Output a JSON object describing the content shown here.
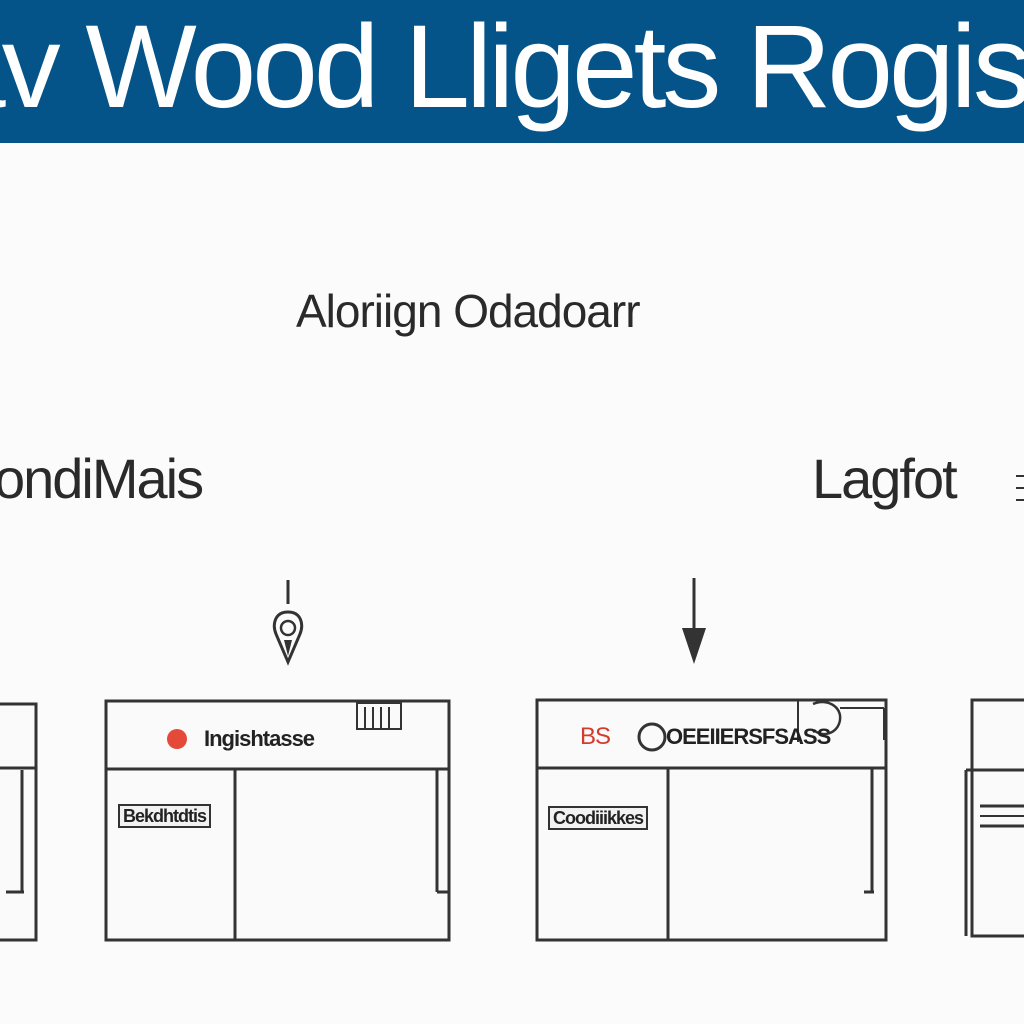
{
  "banner": {
    "title": "av Wood Lligets Rogis",
    "bg": "#04548a"
  },
  "labels": {
    "center": "Aloriign Odadoarr",
    "left": "ondiMais",
    "right": "Lagfot"
  },
  "windows": {
    "w2": {
      "header": "Ingishtasse",
      "tag": "Bekdhtdtis",
      "dot_color": "#e5493a"
    },
    "w3": {
      "code": "BS",
      "header": "OEEIIERSFSASS",
      "tag": "Coodiiikkes"
    }
  },
  "colors": {
    "accent": "#04548a",
    "line": "#333333",
    "red": "#e5493a"
  }
}
